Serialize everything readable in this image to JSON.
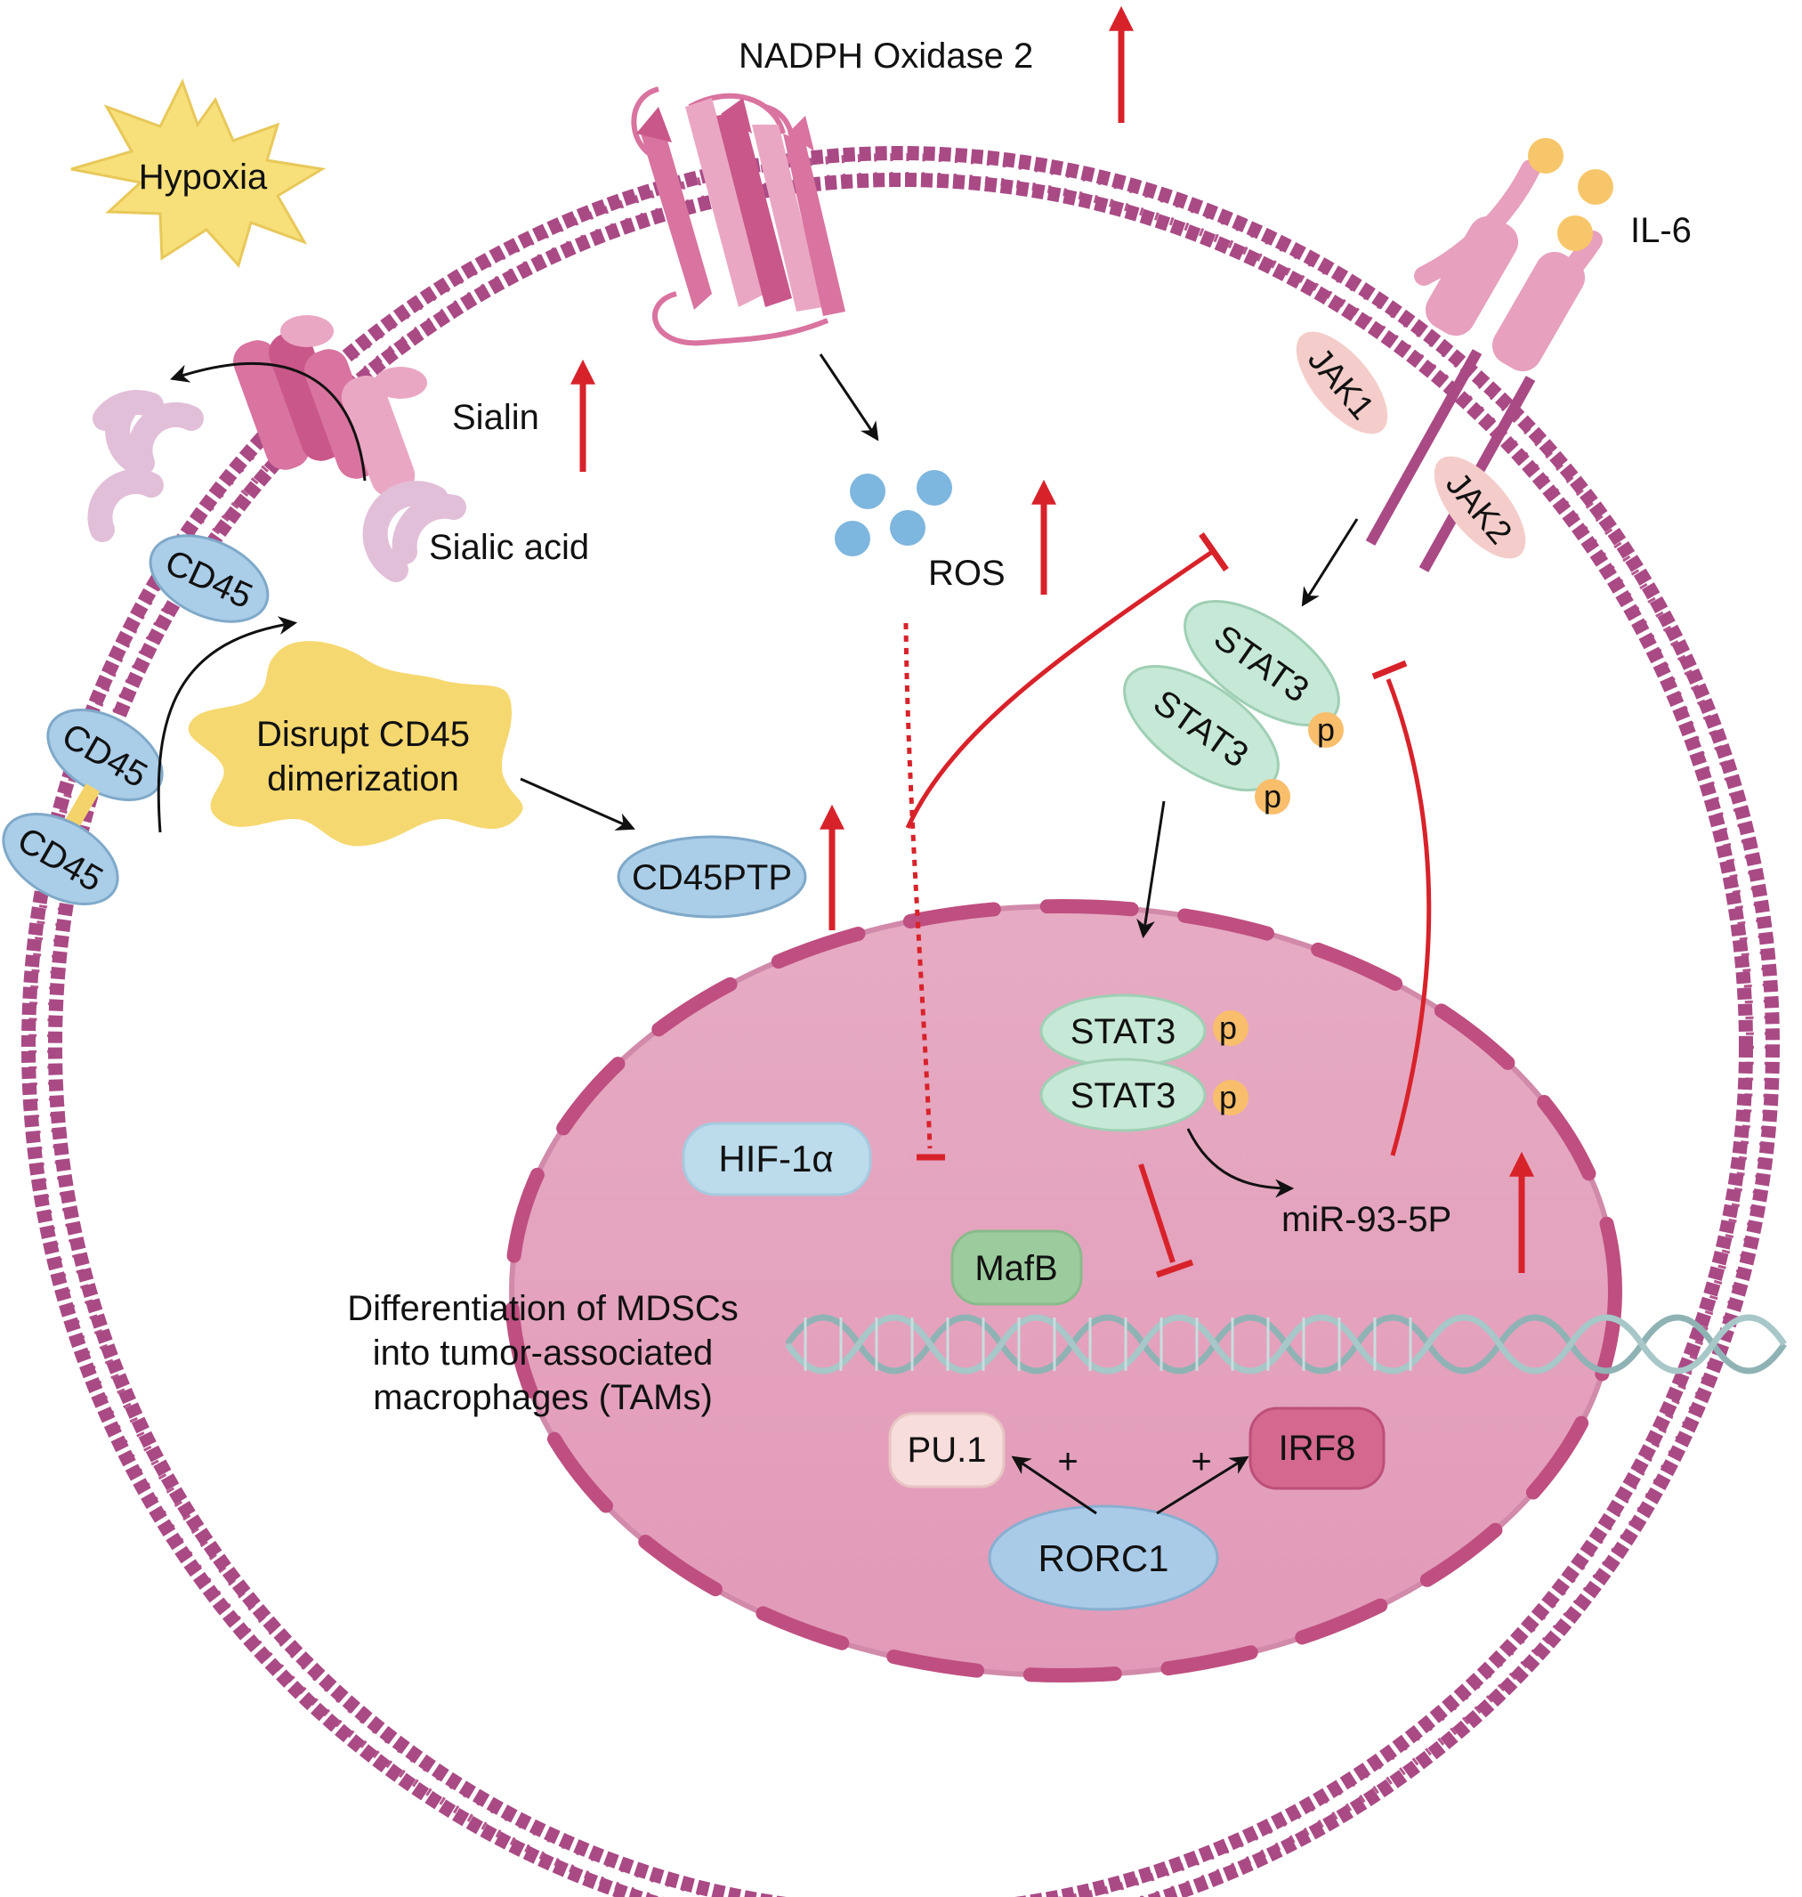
{
  "labels": {
    "hypoxia": "Hypoxia",
    "nadph": "NADPH Oxidase 2",
    "il6": "IL-6",
    "jak1": "JAK1",
    "jak2": "JAK2",
    "sialin": "Sialin",
    "sialic_acid": "Sialic acid",
    "ros": "ROS",
    "cd45": "CD45",
    "disrupt_line1": "Disrupt CD45",
    "disrupt_line2": "dimerization",
    "cd45ptp": "CD45PTP",
    "stat3": "STAT3",
    "phospho": "p",
    "hif1a": "HIF-1α",
    "mafb": "MafB",
    "mir": "miR-93-5P",
    "diff_line1": "Differentiation of MDSCs",
    "diff_line2": "into tumor-associated",
    "diff_line3": "macrophages (TAMs)",
    "pu1": "PU.1",
    "irf8": "IRF8",
    "rorc1": "RORC1",
    "plus": "+"
  },
  "colors": {
    "membrane": "#a94a85",
    "nucleus_fill": "#e3a6bf",
    "nucleus_border": "#bf4f80",
    "activation_arrow": "#d8222a",
    "inhibition": "#d8222a",
    "stat3": "#c6e8d6",
    "cd45": "#aacde8",
    "hypoxia": "#f7e07a",
    "disrupt": "#f6d870",
    "ros": "#7db6de",
    "il6": "#f7c66a",
    "phospho": "#f9be6b",
    "hif": "#bcdcec",
    "mafb": "#9ccc9e",
    "pu1": "#f7dddc",
    "irf8": "#d4688e",
    "rorc1": "#a9cbe8",
    "nox2": "#d9739f",
    "jak": "#f4cdca"
  }
}
